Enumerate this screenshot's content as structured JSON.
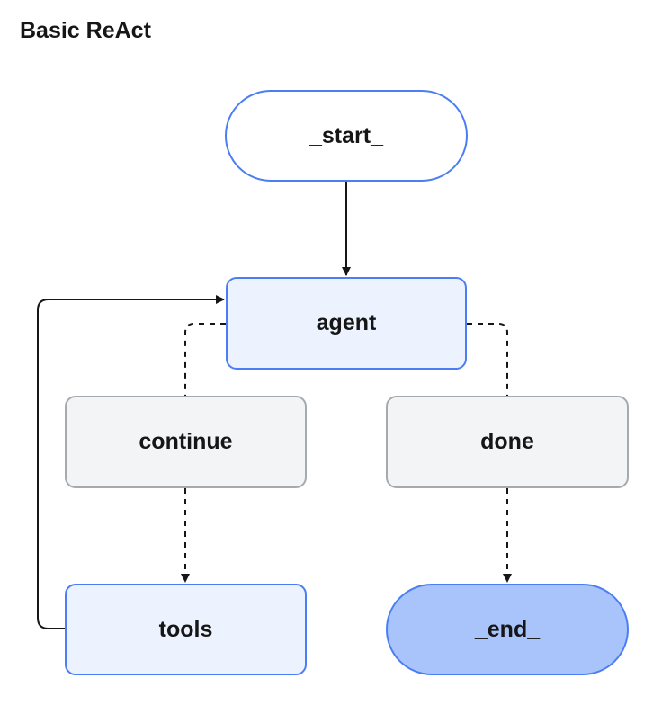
{
  "title": "Basic ReAct",
  "nodes": {
    "start": "_start_",
    "agent": "agent",
    "continue": "continue",
    "done": "done",
    "tools": "tools",
    "end": "_end_"
  },
  "colors": {
    "node_border": "#4b7ef2",
    "step_fill": "#edf3fe",
    "end_fill": "#a8c4fb",
    "condition_fill": "#f3f4f6",
    "condition_border": "#a6a9ae",
    "edge": "#161616"
  }
}
